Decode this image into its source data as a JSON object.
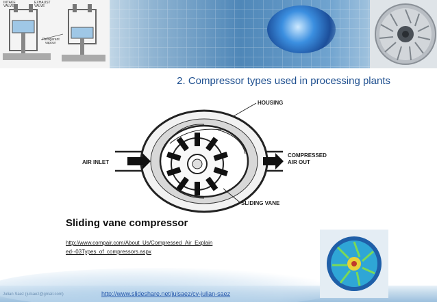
{
  "slide": {
    "title": "2. Compressor types used in processing plants",
    "header_diagram": {
      "labels": [
        "INTAKE",
        "VALVE",
        "EXHAUST",
        "VALVE",
        "Refrigerant",
        "vapour"
      ]
    },
    "figure": {
      "labels": {
        "housing": "HOUSING",
        "air_inlet": "AIR INLET",
        "compressed_line1": "COMPRESSED",
        "compressed_line2": "AIR OUT",
        "sliding_vane": "SLIDING VANE"
      }
    },
    "caption": {
      "title": "Sliding vane compressor",
      "link_line1": "http://www.compair.com/About_Us/Compressed_Air_Explain",
      "link_line2": "ed--03Types_of_compressors.aspx"
    },
    "footer": {
      "author": "Julian Saez (",
      "email": "julsaez@gmail.com",
      "author_close": ")",
      "link": "http://www.slideshare.net/julsaez/cv-julian-saez"
    }
  }
}
